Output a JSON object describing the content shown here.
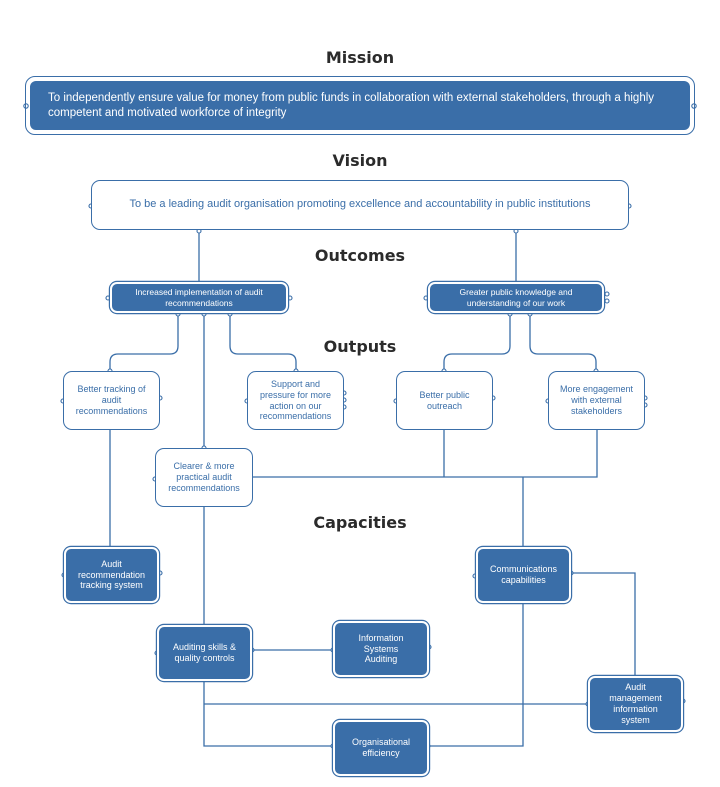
{
  "headings": {
    "mission": "Mission",
    "vision": "Vision",
    "outcomes": "Outcomes",
    "outputs": "Outputs",
    "capacities": "Capacities"
  },
  "mission": "To independently ensure value for money from public funds in collaboration with external stakeholders, through a highly competent and motivated workforce of integrity",
  "vision": "To be a leading audit organisation promoting excellence and accountability in public institutions",
  "outcomes": {
    "implementation": "Increased implementation of audit recommendations",
    "knowledge": "Greater public knowledge and understanding of our work"
  },
  "outputs": {
    "tracking": "Better tracking of audit recommendations",
    "support": "Support and pressure for more action on our recommendations",
    "outreach": "Better public outreach",
    "engagement": "More engagement with external stakeholders",
    "clearer": "Clearer & more practical audit recommendations"
  },
  "capacities": {
    "tracking_system": "Audit recommendation tracking system",
    "communications": "Communications capabilities",
    "auditing_skills": "Auditing skills & quality controls",
    "is_auditing": "Information Systems Auditing",
    "management_system": "Audit management information system",
    "efficiency": "Organisational efficiency"
  },
  "colors": {
    "primary": "#3a6ea8",
    "heading": "#2b2b2b",
    "background": "#ffffff"
  }
}
